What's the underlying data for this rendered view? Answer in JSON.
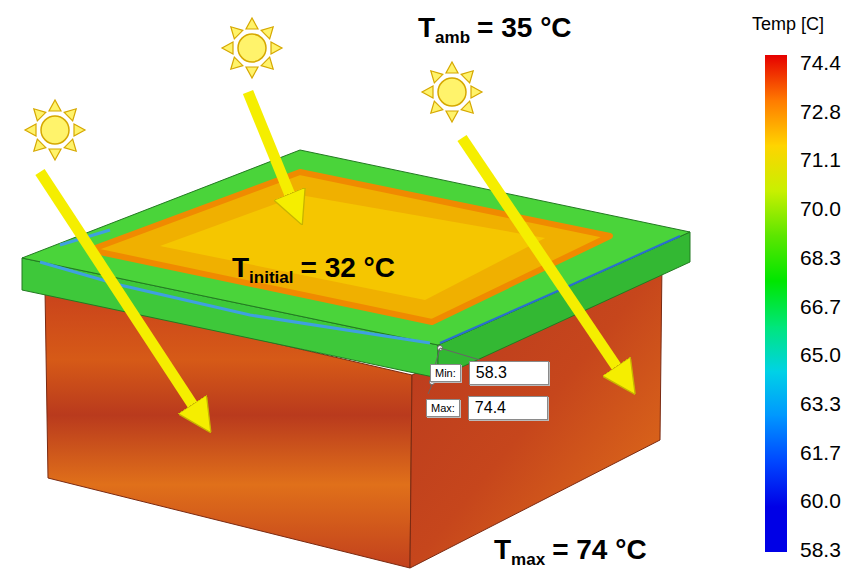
{
  "diagram": {
    "nodes": [
      {
        "text": [
          "Min:",
          "58.3"
        ]
      },
      {
        "text": [
          "Max:",
          "74.4"
        ]
      }
    ],
    "labels": [
      "T",
      "amb",
      "= 35 °C",
      "T",
      "initial",
      "= 32 °C",
      "T",
      "max",
      "= 74 °C",
      "Temp [C]"
    ],
    "legend": [
      {
        "text": "74.4",
        "color": "#e60000"
      },
      {
        "text": "72.8",
        "color": "#ff7a00"
      },
      {
        "text": "71.1",
        "color": "#ffd400"
      },
      {
        "text": "70.0",
        "color": "#c8f000"
      },
      {
        "text": "68.3",
        "color": "#5ce600"
      },
      {
        "text": "66.7",
        "color": "#00e600"
      },
      {
        "text": "65.0",
        "color": "#00e67a"
      },
      {
        "text": "63.3",
        "color": "#00d2e6"
      },
      {
        "text": "61.7",
        "color": "#0096ff"
      },
      {
        "text": "60.0",
        "color": "#0046ff"
      },
      {
        "text": "58.3",
        "color": "#0000e6"
      }
    ]
  }
}
